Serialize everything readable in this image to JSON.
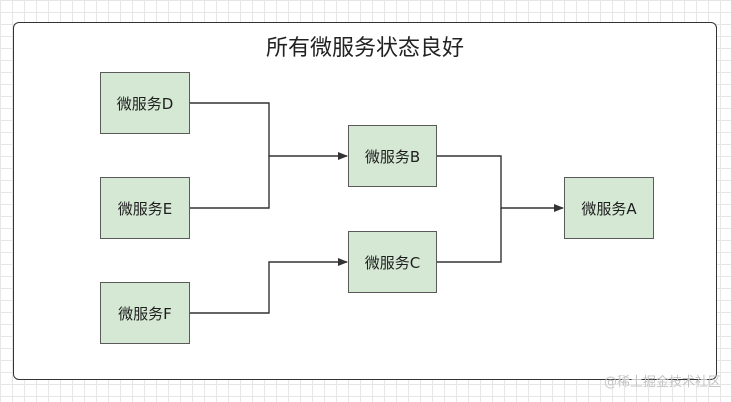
{
  "diagram": {
    "title": "所有微服务状态良好",
    "nodes": [
      {
        "id": "D",
        "label": "微服务D"
      },
      {
        "id": "E",
        "label": "微服务E"
      },
      {
        "id": "F",
        "label": "微服务F"
      },
      {
        "id": "B",
        "label": "微服务B"
      },
      {
        "id": "C",
        "label": "微服务C"
      },
      {
        "id": "A",
        "label": "微服务A"
      }
    ],
    "edges": [
      {
        "from": "D",
        "to": "B"
      },
      {
        "from": "E",
        "to": "B"
      },
      {
        "from": "F",
        "to": "C"
      },
      {
        "from": "B",
        "to": "A"
      },
      {
        "from": "C",
        "to": "A"
      }
    ]
  },
  "watermark": "@稀土掘金技术社区",
  "colors": {
    "node_fill": "#d5e8d4",
    "node_border": "#5a5a5a",
    "edge": "#333333"
  }
}
